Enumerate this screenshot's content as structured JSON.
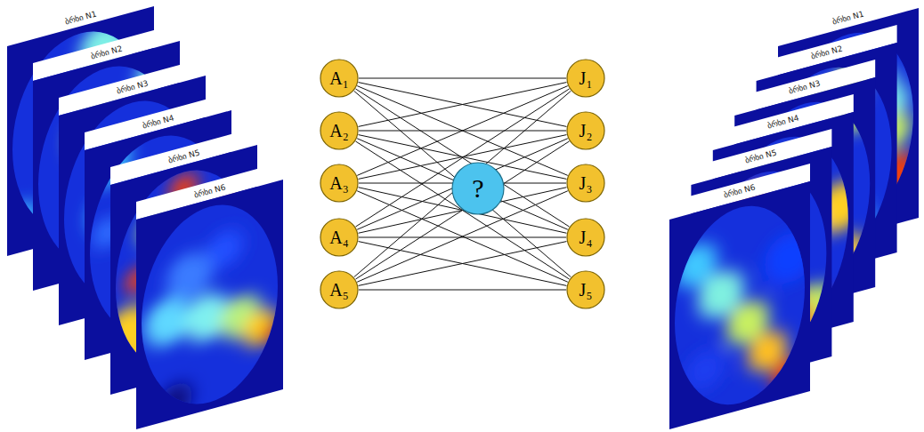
{
  "diagram": {
    "nodes": [
      {
        "text": [
          "A₁"
        ]
      },
      {
        "text": [
          "A₂"
        ]
      },
      {
        "text": [
          "A₃"
        ]
      },
      {
        "text": [
          "A₄"
        ]
      },
      {
        "text": [
          "A₅"
        ]
      },
      {
        "text": [
          "?"
        ]
      },
      {
        "text": [
          "J₁"
        ]
      },
      {
        "text": [
          "J₂"
        ]
      },
      {
        "text": [
          "J₃"
        ]
      },
      {
        "text": [
          "J₄"
        ]
      },
      {
        "text": [
          "J₅"
        ]
      }
    ],
    "edges": [
      {
        "from": 0,
        "to": 6,
        "arrow": "none"
      },
      {
        "from": 0,
        "to": 7,
        "arrow": "none"
      },
      {
        "from": 0,
        "to": 8,
        "arrow": "none"
      },
      {
        "from": 0,
        "to": 9,
        "arrow": "none"
      },
      {
        "from": 0,
        "to": 10,
        "arrow": "none"
      },
      {
        "from": 1,
        "to": 6,
        "arrow": "none"
      },
      {
        "from": 1,
        "to": 7,
        "arrow": "none"
      },
      {
        "from": 1,
        "to": 8,
        "arrow": "none"
      },
      {
        "from": 1,
        "to": 9,
        "arrow": "none"
      },
      {
        "from": 1,
        "to": 10,
        "arrow": "none"
      },
      {
        "from": 2,
        "to": 6,
        "arrow": "none"
      },
      {
        "from": 2,
        "to": 7,
        "arrow": "none"
      },
      {
        "from": 2,
        "to": 8,
        "arrow": "none"
      },
      {
        "from": 2,
        "to": 9,
        "arrow": "none"
      },
      {
        "from": 2,
        "to": 10,
        "arrow": "none"
      },
      {
        "from": 3,
        "to": 6,
        "arrow": "none"
      },
      {
        "from": 3,
        "to": 7,
        "arrow": "none"
      },
      {
        "from": 3,
        "to": 8,
        "arrow": "none"
      },
      {
        "from": 3,
        "to": 9,
        "arrow": "none"
      },
      {
        "from": 3,
        "to": 10,
        "arrow": "none"
      },
      {
        "from": 4,
        "to": 6,
        "arrow": "none"
      },
      {
        "from": 4,
        "to": 7,
        "arrow": "none"
      },
      {
        "from": 4,
        "to": 8,
        "arrow": "none"
      },
      {
        "from": 4,
        "to": 9,
        "arrow": "none"
      },
      {
        "from": 4,
        "to": 10,
        "arrow": "none"
      }
    ],
    "labels": [
      "ბრხი N1",
      "ბრხი N2",
      "ბრხი N3",
      "ბრხი N4",
      "ბრხი N5",
      "ბრხი N6",
      "ბრხი N1",
      "ბრხი N2",
      "ბრხი N3",
      "ბრხი N4",
      "ბრხი N5",
      "ბრხი N6"
    ]
  }
}
